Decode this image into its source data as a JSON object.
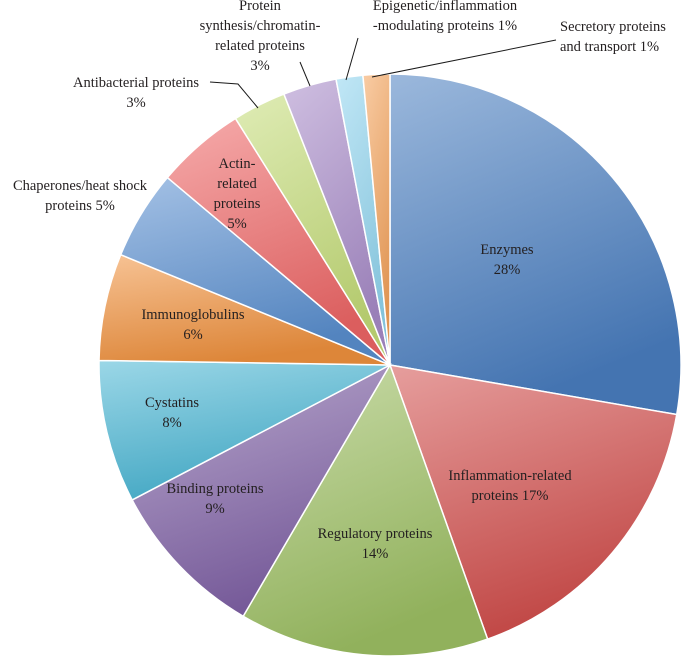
{
  "chart_data": {
    "type": "pie",
    "title": "",
    "start_angle_deg": 0,
    "direction": "clockwise",
    "slices": [
      {
        "name": "Enzymes",
        "label_lines": [
          "Enzymes",
          "28%"
        ],
        "value": 28,
        "color": "#4a7ec0"
      },
      {
        "name": "Inflammation-related proteins",
        "label_lines": [
          "Inflammation-related",
          "proteins 17%"
        ],
        "value": 17,
        "color": "#d24e4c"
      },
      {
        "name": "Regulatory proteins",
        "label_lines": [
          "Regulatory proteins",
          "14%"
        ],
        "value": 14,
        "color": "#9ec064"
      },
      {
        "name": "Binding proteins",
        "label_lines": [
          "Binding proteins",
          "9%"
        ],
        "value": 9,
        "color": "#8062a6"
      },
      {
        "name": "Cystatins",
        "label_lines": [
          "Cystatins",
          "8%"
        ],
        "value": 8,
        "color": "#49b6d4"
      },
      {
        "name": "Immunoglobulins",
        "label_lines": [
          "Immunoglobulins",
          "6%"
        ],
        "value": 6,
        "color": "#f0923e"
      },
      {
        "name": "Chaperones/heat shock proteins",
        "label_lines": [
          "Chaperones/heat shock",
          "proteins 5%"
        ],
        "value": 5,
        "color": "#5a8fd0"
      },
      {
        "name": "Actin-related proteins",
        "label_lines": [
          "Actin-",
          "related",
          "proteins",
          "5%"
        ],
        "value": 5,
        "color": "#ee6666"
      },
      {
        "name": "Antibacterial proteins",
        "label_lines": [
          "Antibacterial proteins",
          "3%"
        ],
        "value": 3,
        "color": "#c4dc78"
      },
      {
        "name": "Protein synthesis/chromatin-related proteins",
        "label_lines": [
          "Protein",
          "synthesis/chromatin-",
          "related proteins",
          "3%"
        ],
        "value": 3,
        "color": "#a78bc8"
      },
      {
        "name": "Epigenetic/inflammation-modulating proteins",
        "label_lines": [
          "Epigenetic/inflammation",
          "-modulating proteins 1%"
        ],
        "value": 1.5,
        "color": "#8fd4ee"
      },
      {
        "name": "Secretory proteins and transport",
        "label_lines": [
          "Secretory proteins",
          "and transport 1%"
        ],
        "value": 1.5,
        "color": "#f4a25a"
      }
    ]
  }
}
